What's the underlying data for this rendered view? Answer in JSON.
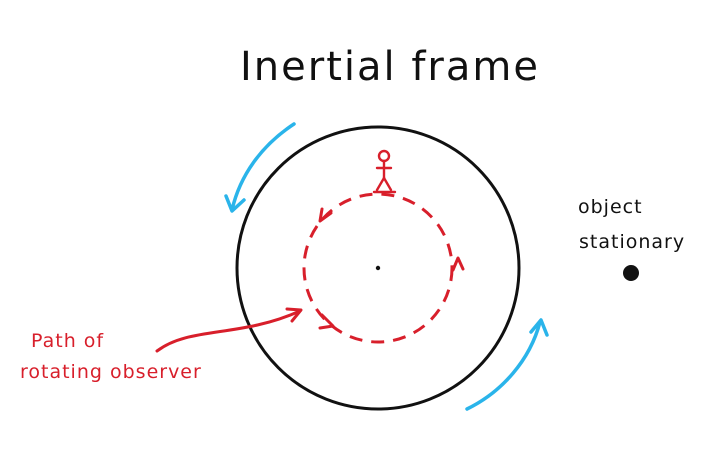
{
  "title": "Inertial   frame",
  "labels": {
    "object_line1": "object",
    "object_line2": "stationary",
    "path_line1": "Path of",
    "path_line2": "rotating observer"
  },
  "colors": {
    "ink": "#111111",
    "observer_red": "#d81f2b",
    "rotation_blue": "#2ab4ea",
    "background": "#ffffff"
  },
  "icons": {
    "observer": "stick-figure-icon",
    "object": "filled-dot-icon",
    "center": "center-point-icon"
  }
}
